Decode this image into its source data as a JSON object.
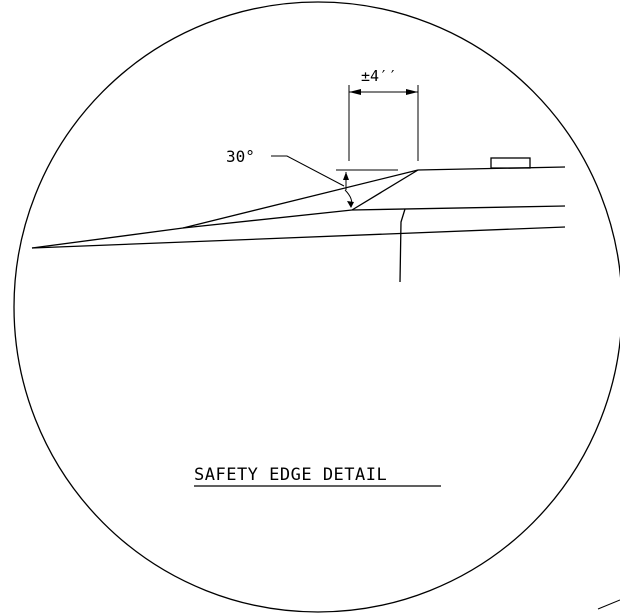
{
  "drawing": {
    "title": "SAFETY EDGE DETAIL",
    "dimension_label": "±4′′",
    "angle_label": "30°"
  },
  "colors": {
    "line": "#000000",
    "background": "#ffffff"
  }
}
